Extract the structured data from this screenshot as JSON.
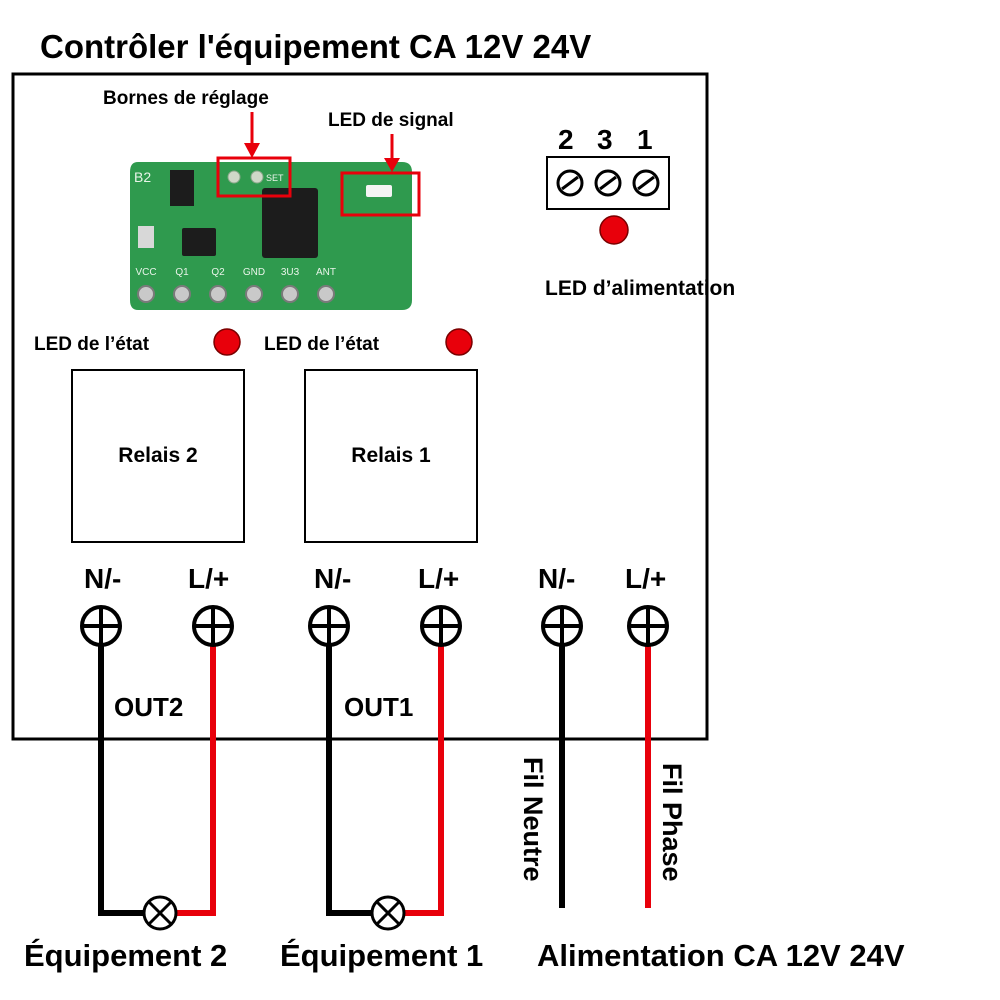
{
  "title": "Contrôler l'équipement CA 12V 24V",
  "module": {
    "settings_label": "Bornes de réglage",
    "signal_led_label": "LED de signal",
    "board_marks": {
      "model": "B2",
      "set": "SET",
      "pins": [
        "VCC",
        "Q1",
        "Q2",
        "GND",
        "3U3",
        "ANT"
      ]
    }
  },
  "power_block": {
    "terminal_numbers": [
      "2",
      "3",
      "1"
    ],
    "power_led_label": "LED d’alimentation",
    "led_color": "#e8000b"
  },
  "relays": [
    {
      "name": "Relais 2",
      "status_label": "LED de l’état",
      "output_label": "OUT2",
      "terminals": [
        "N/-",
        "L/+"
      ],
      "device_label": "Équipement 2"
    },
    {
      "name": "Relais 1",
      "status_label": "LED de l’état",
      "output_label": "OUT1",
      "terminals": [
        "N/-",
        "L/+"
      ],
      "device_label": "Équipement 1"
    }
  ],
  "supply": {
    "terminals": [
      "N/-",
      "L/+"
    ],
    "neutral_wire": "Fil Neutre",
    "phase_wire": "Fil Phase",
    "label": "Alimentation CA 12V 24V"
  },
  "colors": {
    "neutral_wire": "#000000",
    "phase_wire": "#e8000b",
    "pcb_green": "#2f9a4e",
    "callout_red": "#e8000b"
  }
}
